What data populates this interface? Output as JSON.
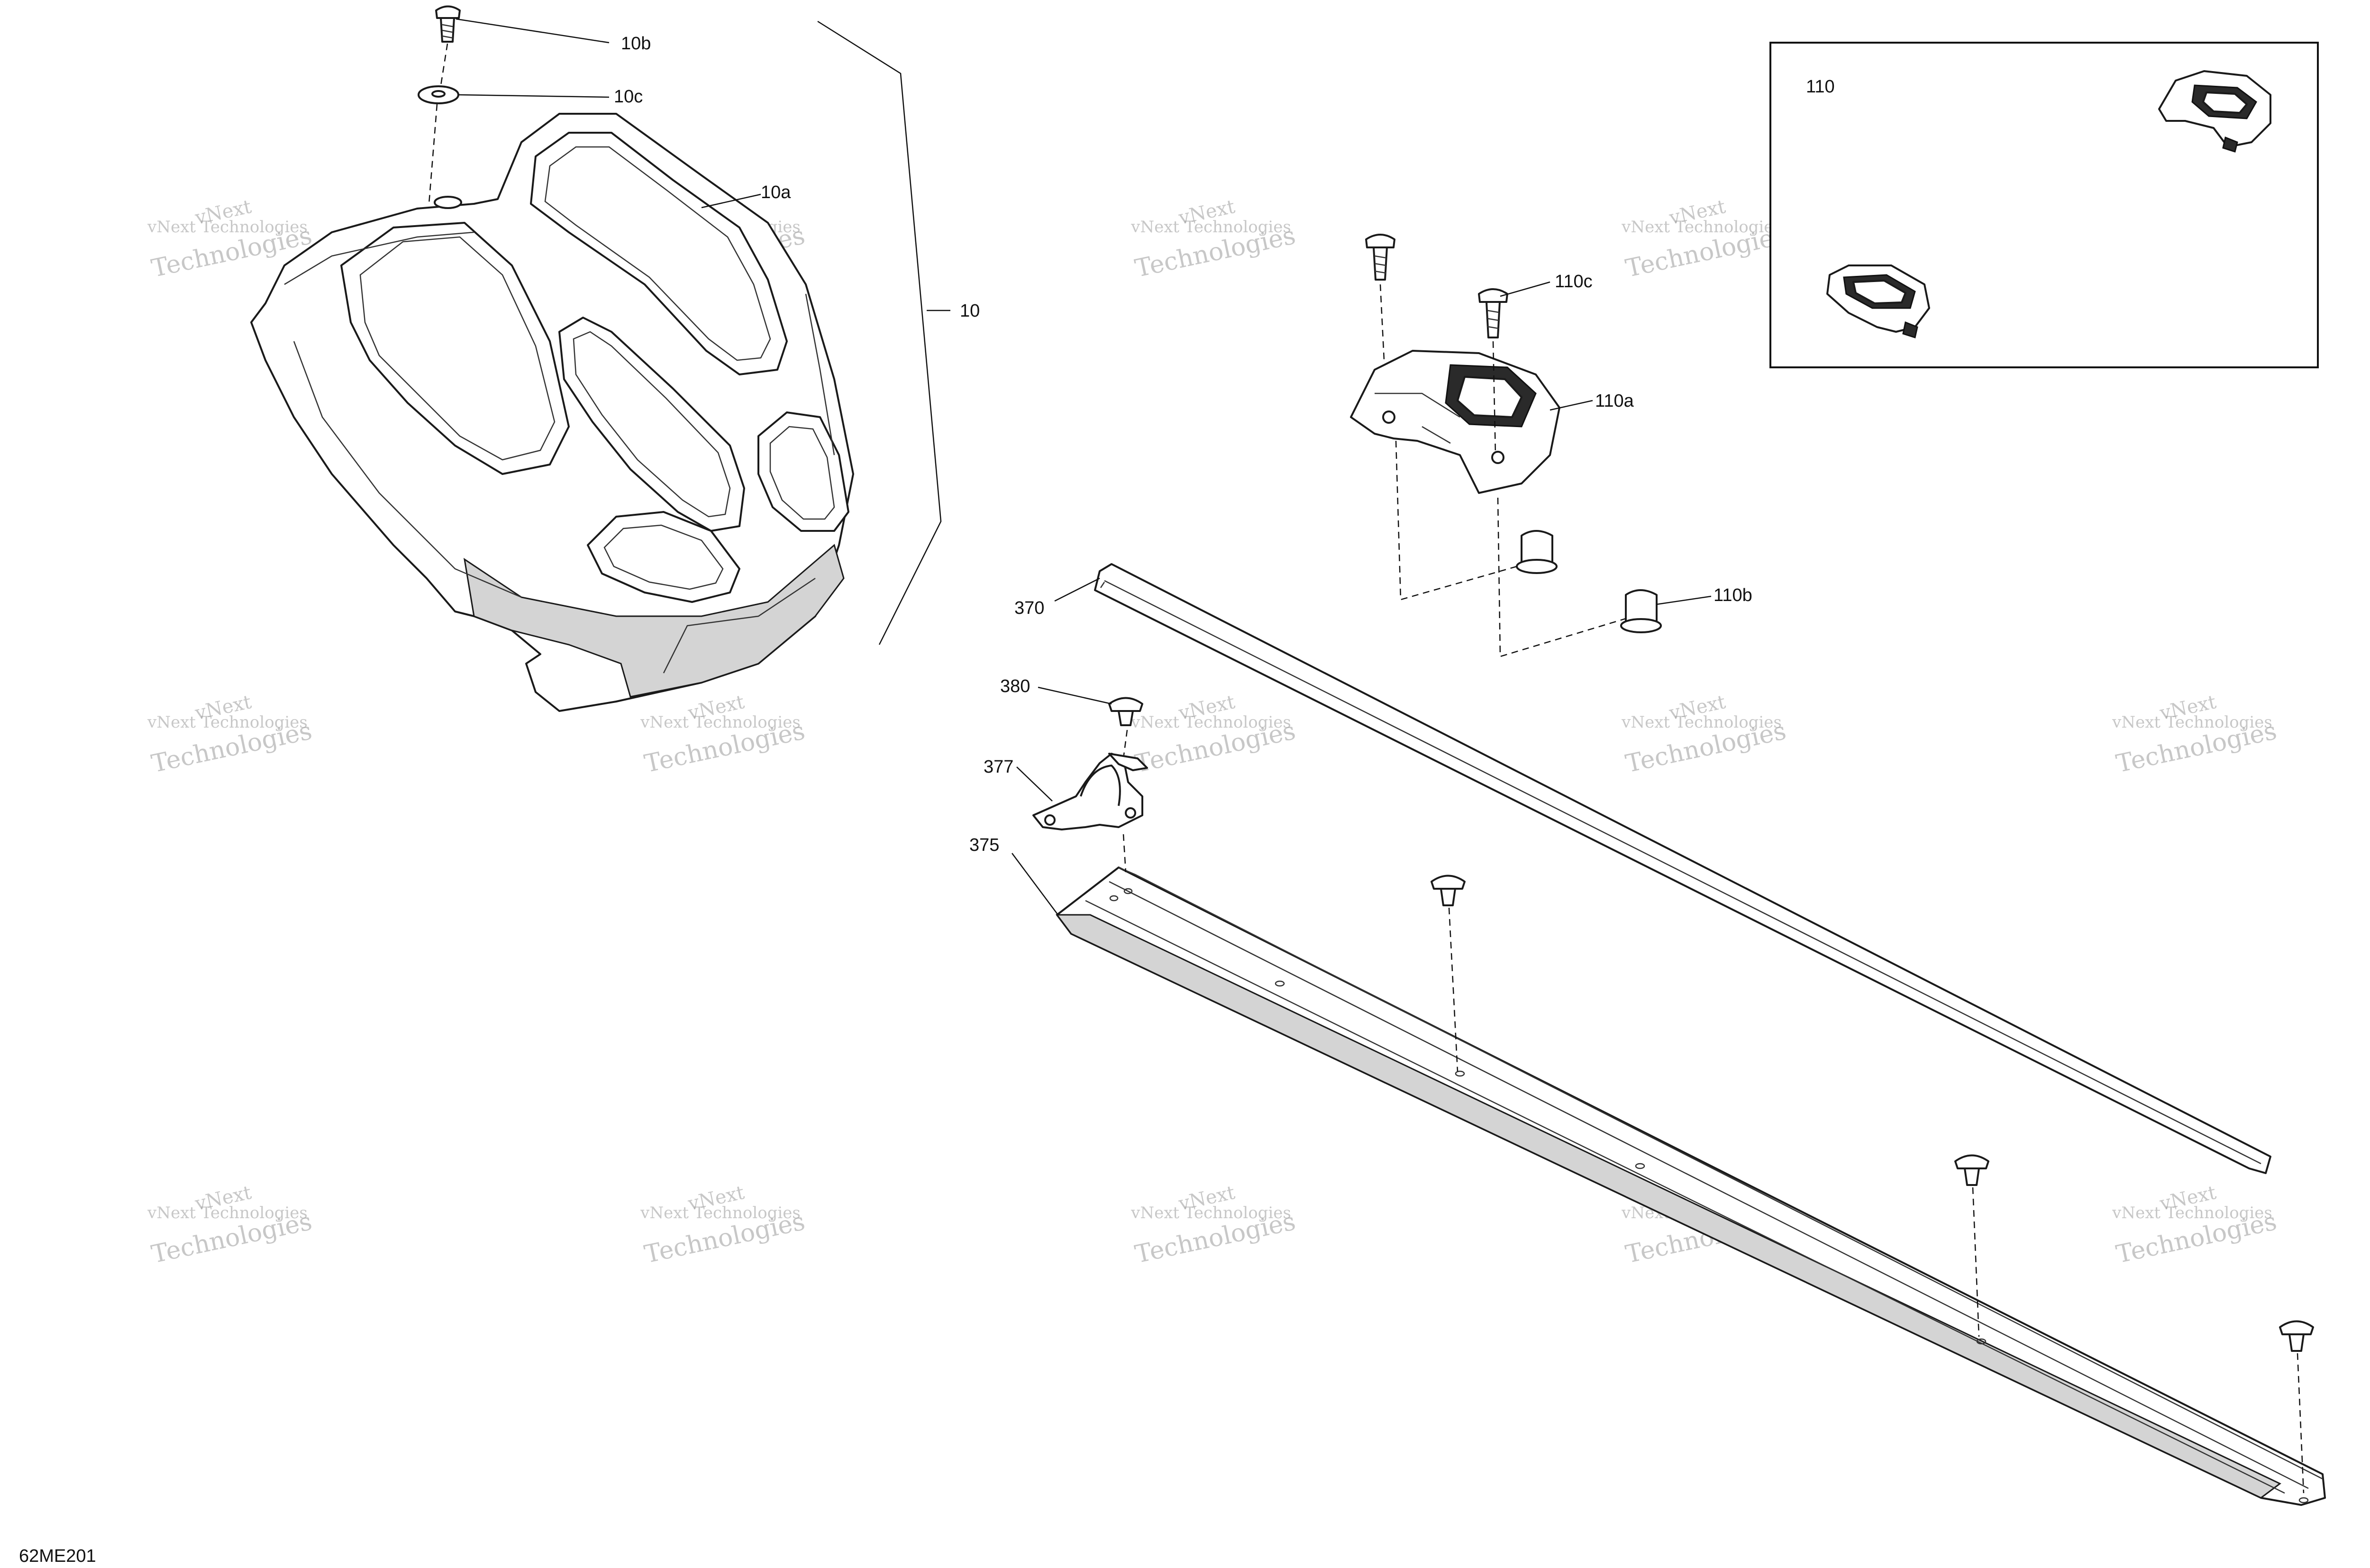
{
  "figure_code": "62ME201",
  "watermark": {
    "line1": "vNext Technologies",
    "line2": "vNext",
    "line3": "Technologies"
  },
  "callouts": {
    "c10": "10",
    "c10a": "10a",
    "c10b": "10b",
    "c10c": "10c",
    "c110": "110",
    "c110a": "110a",
    "c110b": "110b",
    "c110c": "110c",
    "c370": "370",
    "c375": "375",
    "c377": "377",
    "c380": "380"
  },
  "colors": {
    "line": "#1a1a1a",
    "shade": "#d4d4d4",
    "dark": "#2a2a2a",
    "watermark": "#9a9a9a"
  }
}
